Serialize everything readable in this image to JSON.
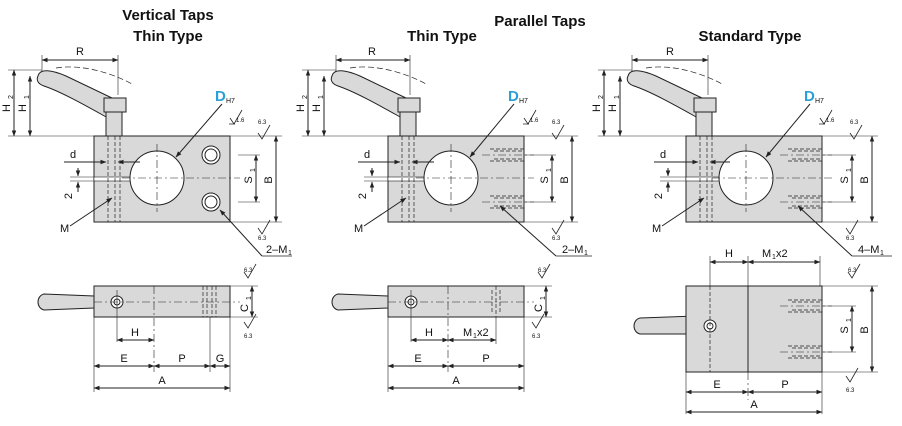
{
  "headings": {
    "vertical_main": "Vertical Taps",
    "vertical_sub": "Thin Type",
    "parallel_main": "Parallel Taps",
    "parallel_thin": "Thin Type",
    "parallel_standard": "Standard Type"
  },
  "labels": {
    "R": "R",
    "H1": "H",
    "H2": "H",
    "sub1": "1",
    "sub2": "2",
    "D": "D",
    "H7": "H7",
    "d": "d",
    "two": "2",
    "S": "S",
    "B": "B",
    "M": "M",
    "two_m": "2–M",
    "four_m": "4–M",
    "C": "C",
    "H": "H",
    "E": "E",
    "P": "P",
    "G": "G",
    "A": "A",
    "Mx2_prefix": "M",
    "Mx2_suffix": "x2",
    "rough63": "6.3",
    "rough16": "1.6"
  },
  "colors": {
    "line": "#222222",
    "fill": "#d9d9d9",
    "accent": "#2aa0d8"
  }
}
